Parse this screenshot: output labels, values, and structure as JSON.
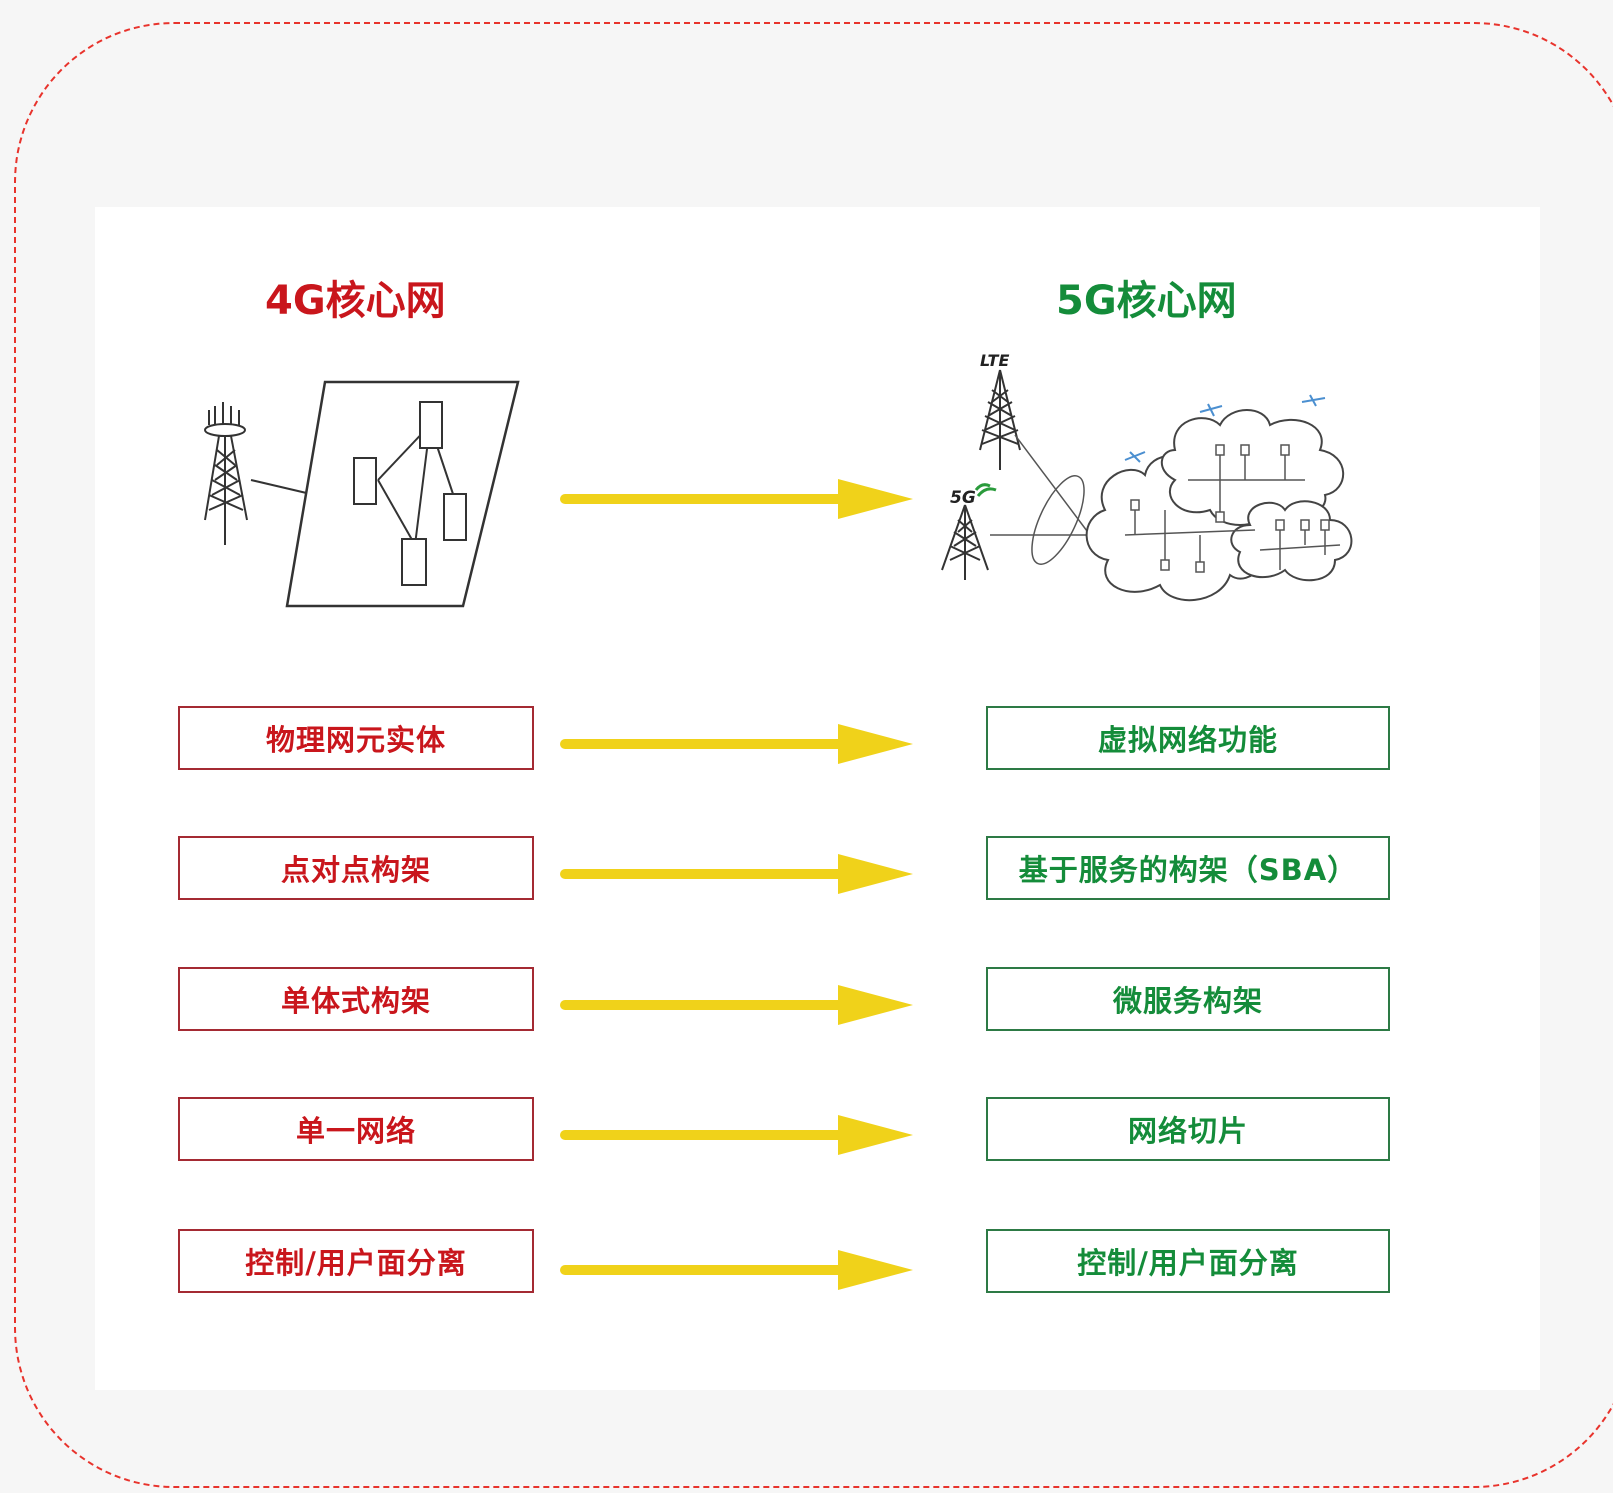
{
  "titles": {
    "left": "4G核心网",
    "right": "5G核心网"
  },
  "illustration_labels": {
    "lte": "LTE",
    "five_g": "5G"
  },
  "rows": [
    {
      "left": "物理网元实体",
      "right": "虚拟网络功能"
    },
    {
      "left": "点对点构架",
      "right": "基于服务的构架（SBA）"
    },
    {
      "left": "单体式构架",
      "right": "微服务构架"
    },
    {
      "left": "单一网络",
      "right": "网络切片"
    },
    {
      "left": "控制/用户面分离",
      "right": "控制/用户面分离"
    }
  ],
  "colors": {
    "frame": "#e8332c",
    "left_text": "#c9161c",
    "left_border": "#a42a33",
    "right_text": "#148c3a",
    "right_border": "#2d7a45",
    "arrow": "#f0d21a"
  }
}
